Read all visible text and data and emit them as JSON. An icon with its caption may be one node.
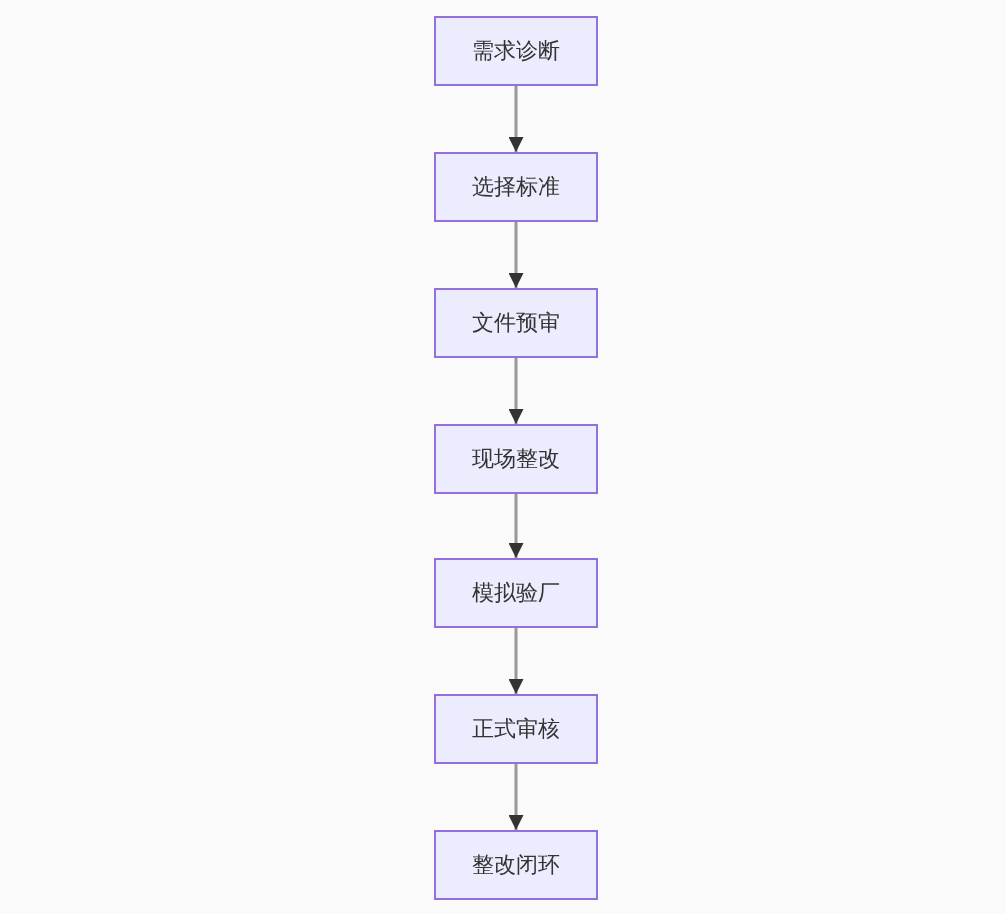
{
  "diagram": {
    "nodes": [
      {
        "text": [
          "需求诊断"
        ]
      },
      {
        "text": [
          "选择标准"
        ]
      },
      {
        "text": [
          "文件预审"
        ]
      },
      {
        "text": [
          "现场整改"
        ]
      },
      {
        "text": [
          "模拟验厂"
        ]
      },
      {
        "text": [
          "正式审核"
        ]
      },
      {
        "text": [
          "整改闭环"
        ]
      }
    ],
    "edges": [
      {
        "from": 0,
        "to": 1,
        "arrow": "to"
      },
      {
        "from": 1,
        "to": 2,
        "arrow": "to"
      },
      {
        "from": 2,
        "to": 3,
        "arrow": "to"
      },
      {
        "from": 3,
        "to": 4,
        "arrow": "to"
      },
      {
        "from": 4,
        "to": 5,
        "arrow": "to"
      },
      {
        "from": 5,
        "to": 6,
        "arrow": "to"
      }
    ]
  }
}
